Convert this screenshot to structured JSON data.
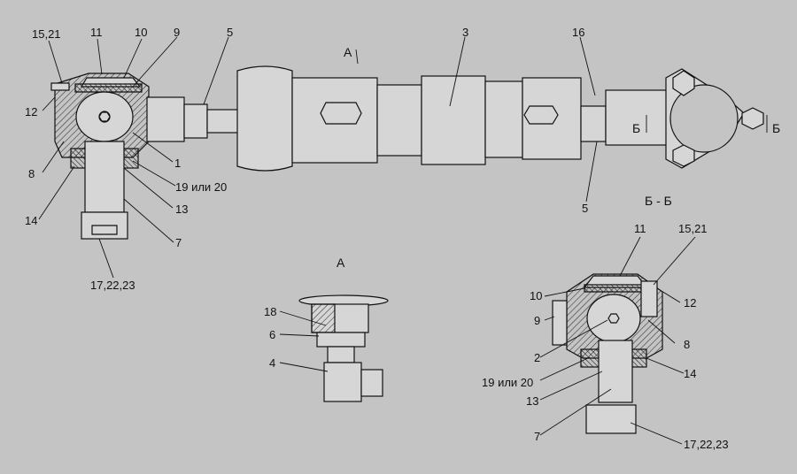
{
  "colors": {
    "background": "#c4c4c4",
    "part_fill": "#d6d6d6",
    "line": "#111111"
  },
  "section_labels": {
    "view_a": "А",
    "section_bb": "Б - Б",
    "arrow_a": "А",
    "arrow_b_left": "Б",
    "arrow_b_right": "Б"
  },
  "callouts": {
    "top_left": [
      "15,21",
      "11",
      "10",
      "9",
      "5",
      "12",
      "8",
      "14",
      "1",
      "19 или 20",
      "13",
      "7",
      "17,22,23"
    ],
    "main": [
      "3",
      "16",
      "5"
    ],
    "view_a": [
      "18",
      "6",
      "4"
    ],
    "section_bb": [
      "11",
      "15,21",
      "10",
      "12",
      "9",
      "8",
      "2",
      "14",
      "19 или 20",
      "13",
      "7",
      "17,22,23"
    ]
  }
}
